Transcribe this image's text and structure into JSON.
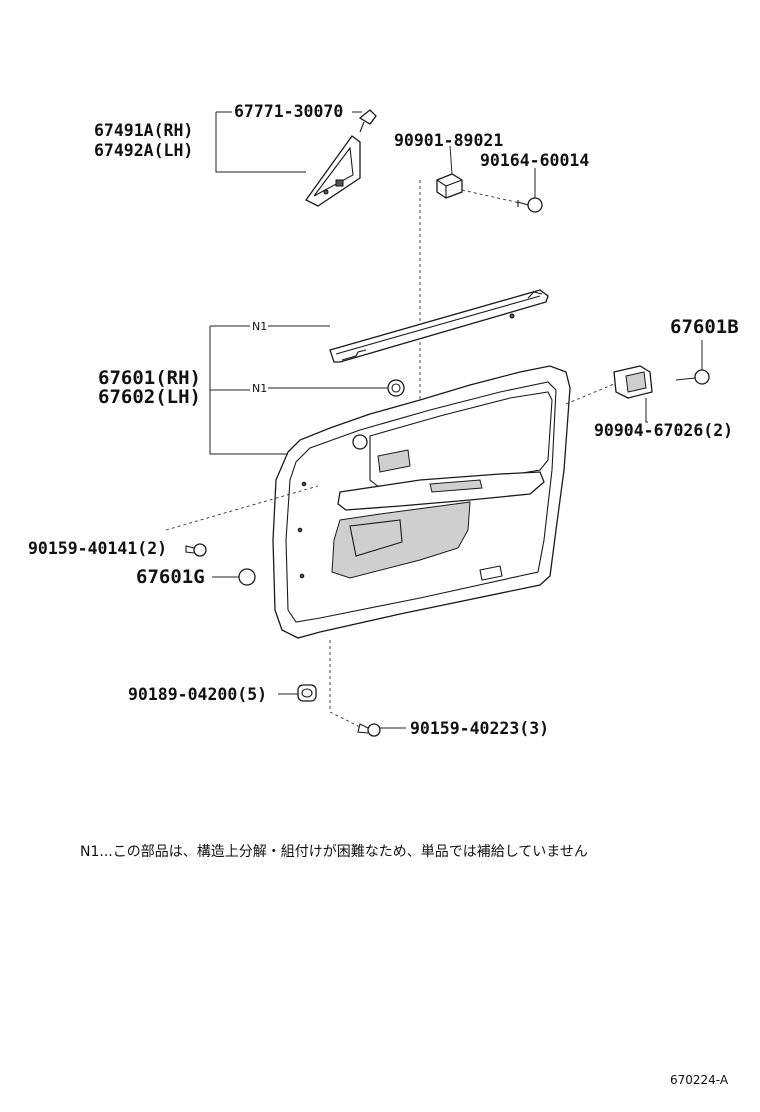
{
  "labels": {
    "p67771": "67771-30070",
    "p67491": "67491A(RH)",
    "p67492": "67492A(LH)",
    "p90901": "90901-89021",
    "p90164": "90164-60014",
    "n1_top": "N1",
    "n1_mid": "N1",
    "p67601b": "67601B",
    "p67601": "67601(RH)",
    "p67602": "67602(LH)",
    "p90904": "90904-67026(2)",
    "p90159a": "90159-40141(2)",
    "p67601g": "67601G",
    "p90189": "90189-04200(5)",
    "p90159b": "90159-40223(3)"
  },
  "note": "N1...この部品は、構造上分解・組付けが困難なため、単品では補給していません",
  "figure_code": "670224-A"
}
